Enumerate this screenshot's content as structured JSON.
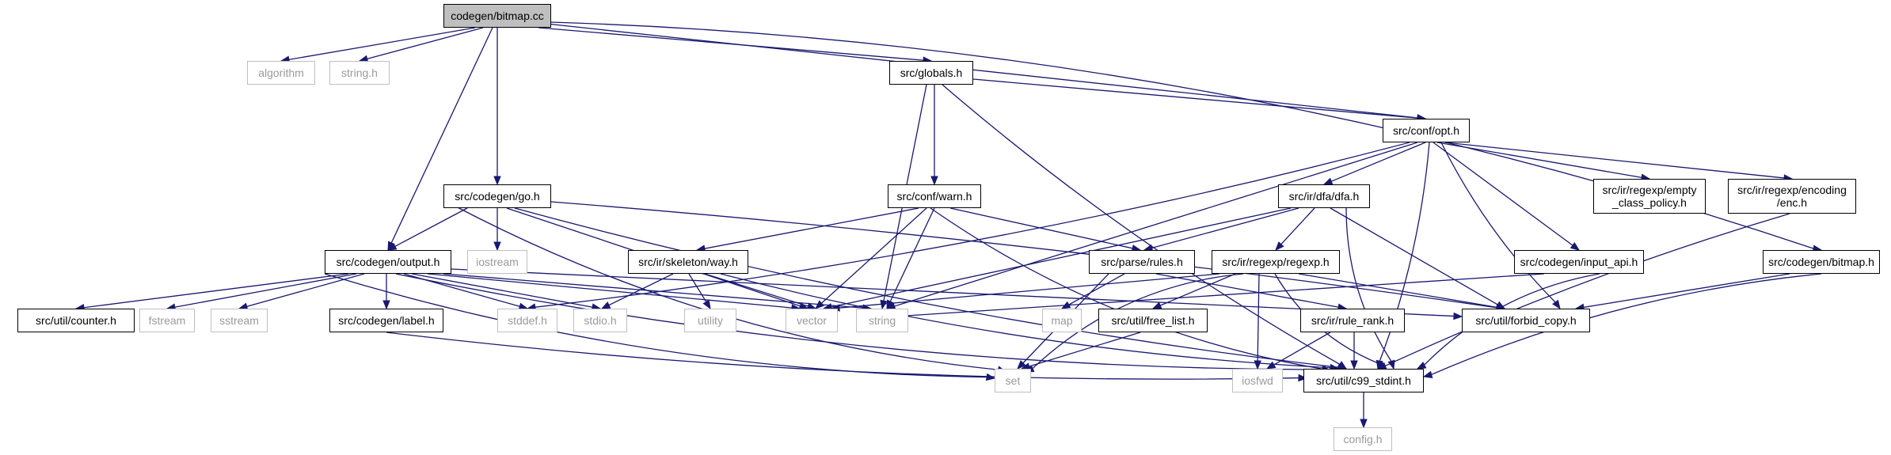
{
  "colors": {
    "edge": "#191970",
    "root_fill": "#bfbfbf",
    "external_border": "#bfbfbf",
    "external_text": "#9a9a9a"
  },
  "nodes": {
    "bitmap_cc": "codegen/bitmap.cc",
    "algorithm": "algorithm",
    "string_h": "string.h",
    "globals_h": "src/globals.h",
    "opt_h": "src/conf/opt.h",
    "go_h": "src/codegen/go.h",
    "warn_h": "src/conf/warn.h",
    "dfa_h": "src/ir/dfa/dfa.h",
    "empty_class_policy_h": "src/ir/regexp/empty\n_class_policy.h",
    "encoding_enc_h": "src/ir/regexp/encoding\n/enc.h",
    "output_h": "src/codegen/output.h",
    "iostream": "iostream",
    "way_h": "src/ir/skeleton/way.h",
    "rules_h": "src/parse/rules.h",
    "regexp_h": "src/ir/regexp/regexp.h",
    "input_api_h": "src/codegen/input_api.h",
    "codegen_bitmap_h": "src/codegen/bitmap.h",
    "counter_h": "src/util/counter.h",
    "fstream": "fstream",
    "sstream": "sstream",
    "label_h": "src/codegen/label.h",
    "stddef_h": "stddef.h",
    "stdio_h": "stdio.h",
    "utility": "utility",
    "vector": "vector",
    "string": "string",
    "map": "map",
    "free_list_h": "src/util/free_list.h",
    "rule_rank_h": "src/ir/rule_rank.h",
    "forbid_copy_h": "src/util/forbid_copy.h",
    "set": "set",
    "iosfwd": "iosfwd",
    "c99_stdint_h": "src/util/c99_stdint.h",
    "config_h": "config.h"
  }
}
